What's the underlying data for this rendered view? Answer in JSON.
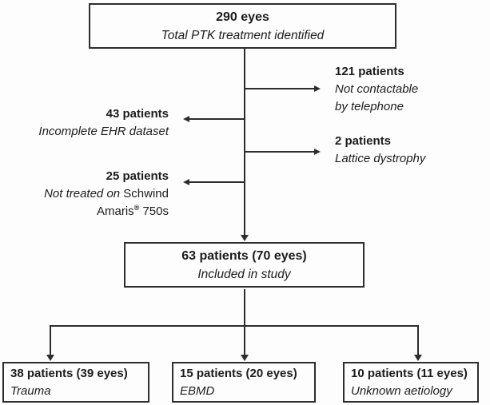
{
  "flowchart": {
    "top_box": {
      "count": "290 eyes",
      "label": "Total PTK treatment identified"
    },
    "exclusion_right_1": {
      "count": "121 patients",
      "reason_line1": "Not contactable",
      "reason_line2": "by telephone"
    },
    "exclusion_left_1": {
      "count": "43 patients",
      "reason": "Incomplete EHR dataset"
    },
    "exclusion_right_2": {
      "count": "2 patients",
      "reason": "Lattice dystrophy"
    },
    "exclusion_left_2": {
      "count": "25 patients",
      "reason_italic_part": "Not treated on ",
      "reason_regular_part": "Schwind",
      "device_name": "Amaris",
      "device_mark": "®",
      "device_model": " 750s"
    },
    "included_box": {
      "count": "63 patients (70 eyes)",
      "label": "Included in study"
    },
    "outcome_boxes": [
      {
        "count": "38 patients (39 eyes)",
        "label": "Trauma"
      },
      {
        "count": "15 patients (20 eyes)",
        "label": "EBMD"
      },
      {
        "count": "10 patients (11 eyes)",
        "label": "Unknown aetiology"
      }
    ],
    "colors": {
      "line": "#2d2d2d",
      "border": "#2d2d2d",
      "text": "#1c1c1c",
      "background": "#fdfdfd"
    }
  }
}
